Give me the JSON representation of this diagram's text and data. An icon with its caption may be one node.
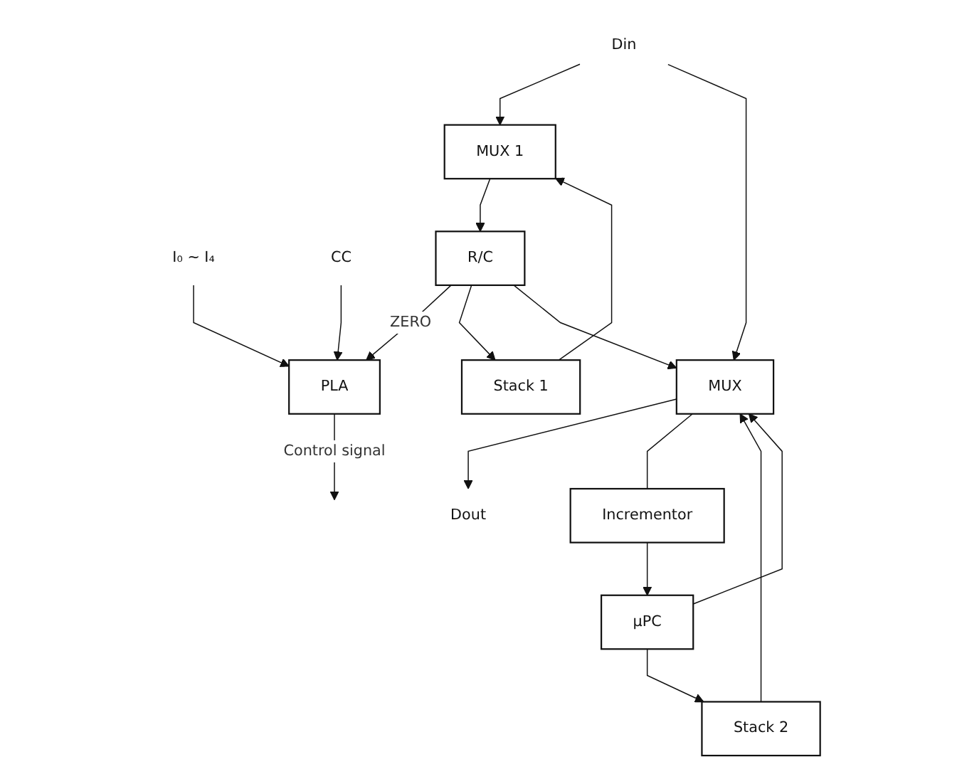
{
  "diagram": {
    "nodes": [
      {
        "text": [
          "Din"
        ]
      },
      {
        "text": [
          "MUX 1"
        ]
      },
      {
        "text": [
          "Stack 1"
        ]
      },
      {
        "text": [
          "R/C"
        ]
      },
      {
        "text": [
          "I₀ ~ I₄"
        ]
      },
      {
        "text": [
          "CC"
        ]
      },
      {
        "text": [
          "PLA"
        ]
      },
      {
        "text": [
          "Stack 2"
        ]
      },
      {
        "text": [
          "MUX"
        ]
      },
      {
        "text": [
          "μPC"
        ]
      },
      {
        "text": [
          "Incrementor"
        ]
      },
      {
        "text": [
          "Dout"
        ]
      }
    ],
    "edges": [
      {
        "from": 0,
        "to": 1,
        "arrow": "to"
      },
      {
        "from": 0,
        "to": 8,
        "arrow": "to"
      },
      {
        "from": 2,
        "to": 1,
        "arrow": "to"
      },
      {
        "from": 1,
        "to": 3,
        "arrow": "to"
      },
      {
        "from": 3,
        "to": 6,
        "label": "ZERO",
        "arrow": "to"
      },
      {
        "from": 3,
        "to": 2,
        "arrow": "to"
      },
      {
        "from": 3,
        "to": 8,
        "arrow": "to"
      },
      {
        "from": 4,
        "to": 6,
        "arrow": "to"
      },
      {
        "from": 5,
        "to": 6,
        "arrow": "to"
      },
      {
        "from": 6,
        "to": null,
        "label": "Control signal",
        "arrow": "to"
      },
      {
        "from": 7,
        "to": 8,
        "arrow": "to"
      },
      {
        "from": 9,
        "to": 7,
        "arrow": "to"
      },
      {
        "from": 9,
        "to": 8,
        "arrow": "to"
      },
      {
        "from": 10,
        "to": 9,
        "arrow": "to"
      },
      {
        "from": 8,
        "to": 11,
        "arrow": "to"
      },
      {
        "from": 8,
        "to": 10,
        "arrow": "none"
      }
    ]
  }
}
